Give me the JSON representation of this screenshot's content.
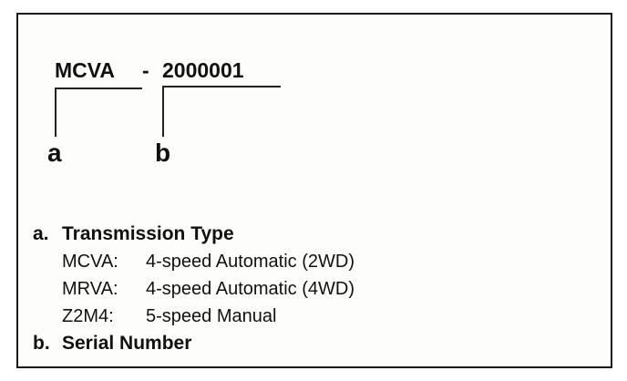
{
  "code_example": {
    "type_code": "MCVA",
    "separator": "-",
    "serial": "2000001",
    "label_a": "a",
    "label_b": "b"
  },
  "legend": {
    "a": {
      "marker": "a.",
      "title": "Transmission Type",
      "types": [
        {
          "code": "MCVA:",
          "desc": "4-speed Automatic (2WD)"
        },
        {
          "code": "MRVA:",
          "desc": "4-speed Automatic (4WD)"
        },
        {
          "code": "Z2M4:",
          "desc": "5-speed Manual"
        }
      ]
    },
    "b": {
      "marker": "b.",
      "title": "Serial Number"
    }
  }
}
